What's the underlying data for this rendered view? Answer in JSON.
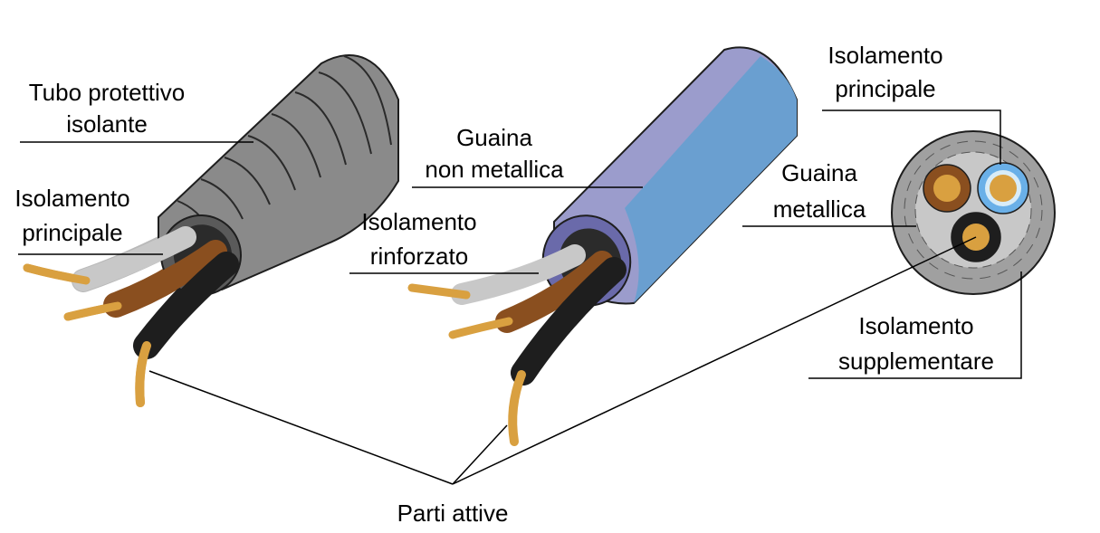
{
  "labels": {
    "tubo_protettivo": [
      "Tubo protettivo",
      "isolante"
    ],
    "isolamento_principale_left": [
      "Isolamento",
      "principale"
    ],
    "guaina_non_metallica": [
      "Guaina",
      "non metallica"
    ],
    "isolamento_rinforzato": [
      "Isolamento",
      "rinforzato"
    ],
    "isolamento_principale_right": [
      "Isolamento",
      "principale"
    ],
    "guaina_metallica": [
      "Guaina",
      "metallica"
    ],
    "isolamento_supplementare": [
      "Isolamento",
      "supplementare"
    ],
    "parti_attive": "Parti attive"
  },
  "colors": {
    "copper": "#d9a040",
    "brown": "#8a4f1f",
    "grey_insulation": "#c8c8c8",
    "black_insulation": "#1e1e1e",
    "tube_grey": "#8a8a8a",
    "sheath_violet": "#9b9ccc",
    "sheath_blue": "#6a9fd0",
    "metal_sheath": "#a0a0a0",
    "blue_core": "#6ab0e8"
  }
}
